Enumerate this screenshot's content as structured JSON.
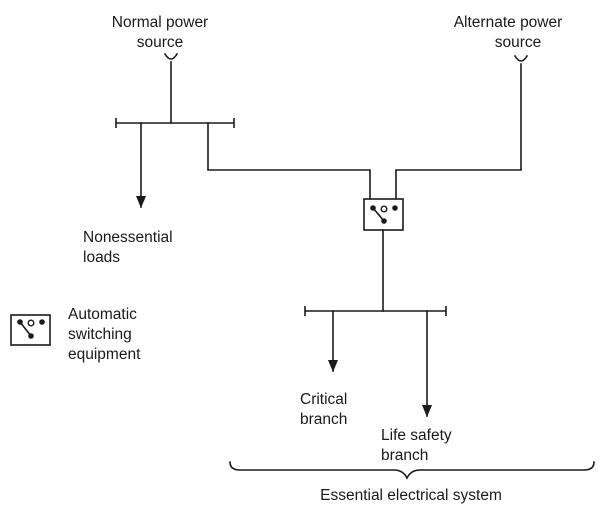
{
  "sources": {
    "normal_line1": "Normal power",
    "normal_line2": "source",
    "alternate_line1": "Alternate power",
    "alternate_line2": "source"
  },
  "loads": {
    "nonessential_line1": "Nonessential",
    "nonessential_line2": "loads"
  },
  "legend": {
    "line1": "Automatic",
    "line2": "switching",
    "line3": "equipment",
    "icon": "automatic-switch-icon"
  },
  "branches": {
    "critical_line1": "Critical",
    "critical_line2": "branch",
    "life_safety_line1": "Life safety",
    "life_safety_line2": "branch"
  },
  "system": {
    "label": "Essential electrical system"
  }
}
